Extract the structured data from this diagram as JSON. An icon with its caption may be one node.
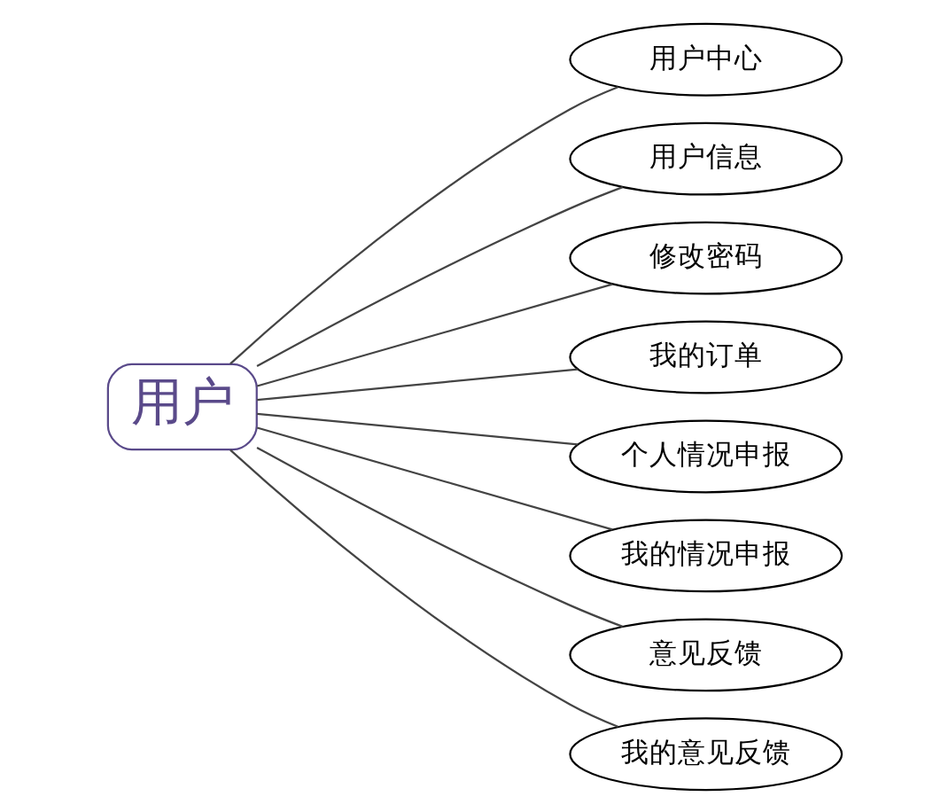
{
  "diagram": {
    "nodes": [
      {
        "text": [
          "用户"
        ]
      },
      {
        "text": [
          "用户中心"
        ]
      },
      {
        "text": [
          "用户信息"
        ]
      },
      {
        "text": [
          "修改密码"
        ]
      },
      {
        "text": [
          "我的订单"
        ]
      },
      {
        "text": [
          "个人情况申报"
        ]
      },
      {
        "text": [
          "我的情况申报"
        ]
      },
      {
        "text": [
          "意见反馈"
        ]
      },
      {
        "text": [
          "我的意见反馈"
        ]
      }
    ],
    "edges": [
      {
        "from": 0,
        "to": 1,
        "arrow": "none"
      },
      {
        "from": 0,
        "to": 2,
        "arrow": "none"
      },
      {
        "from": 0,
        "to": 3,
        "arrow": "none"
      },
      {
        "from": 0,
        "to": 4,
        "arrow": "none"
      },
      {
        "from": 0,
        "to": 5,
        "arrow": "none"
      },
      {
        "from": 0,
        "to": 6,
        "arrow": "none"
      },
      {
        "from": 0,
        "to": 7,
        "arrow": "none"
      },
      {
        "from": 0,
        "to": 8,
        "arrow": "none"
      }
    ]
  }
}
